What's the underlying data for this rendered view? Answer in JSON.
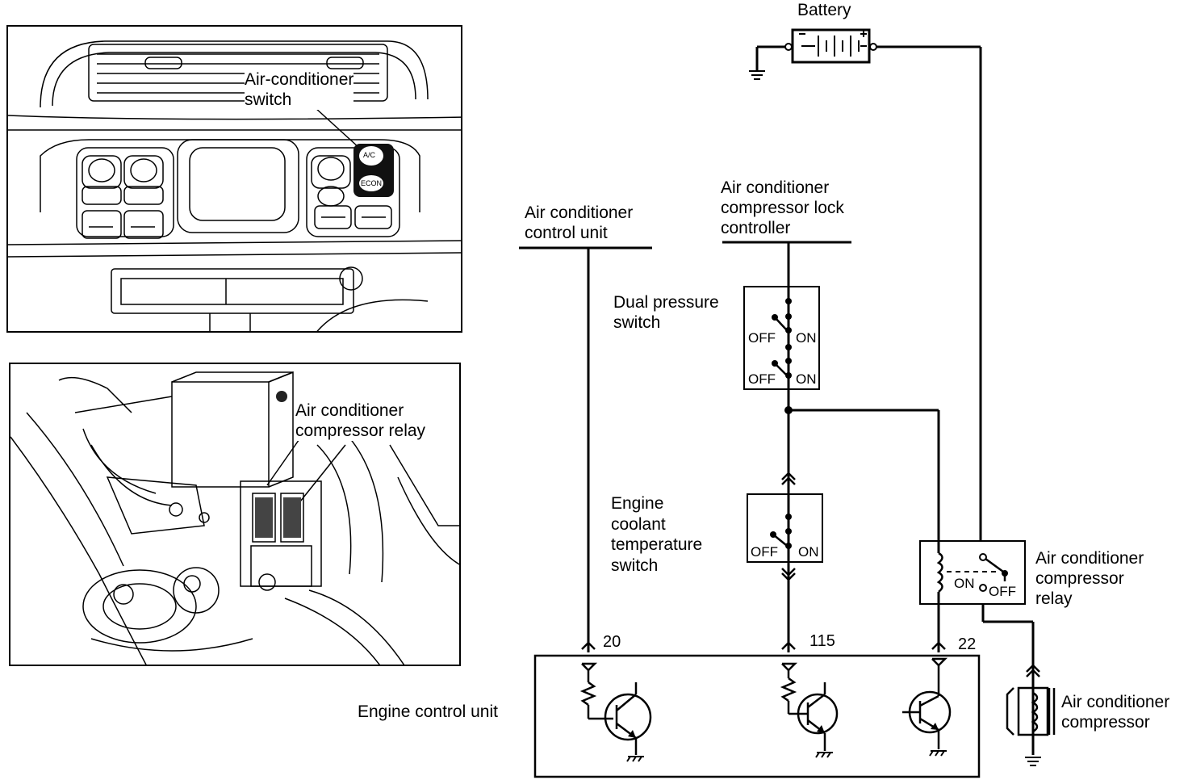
{
  "labels": {
    "battery": "Battery",
    "ac_switch": "Air-conditioner\nswitch",
    "ac_compressor_relay_photo": "Air conditioner\ncompressor relay",
    "ac_control_unit": "Air conditioner\ncontrol unit",
    "compressor_lock_controller": "Air conditioner\ncompressor lock\ncontroller",
    "dual_pressure_switch": "Dual pressure\nswitch",
    "engine_coolant_temp_switch": "Engine\ncoolant\ntemperature\nswitch",
    "ac_compressor_relay": "Air conditioner\ncompressor\nrelay",
    "ac_compressor": "Air conditioner\ncompressor",
    "engine_control_unit": "Engine control unit"
  },
  "switch_states": {
    "off": "OFF",
    "on": "ON"
  },
  "button_labels": {
    "ac": "A/C",
    "econ": "ECON"
  },
  "pins": {
    "pin_20": "20",
    "pin_115": "115",
    "pin_22": "22"
  }
}
